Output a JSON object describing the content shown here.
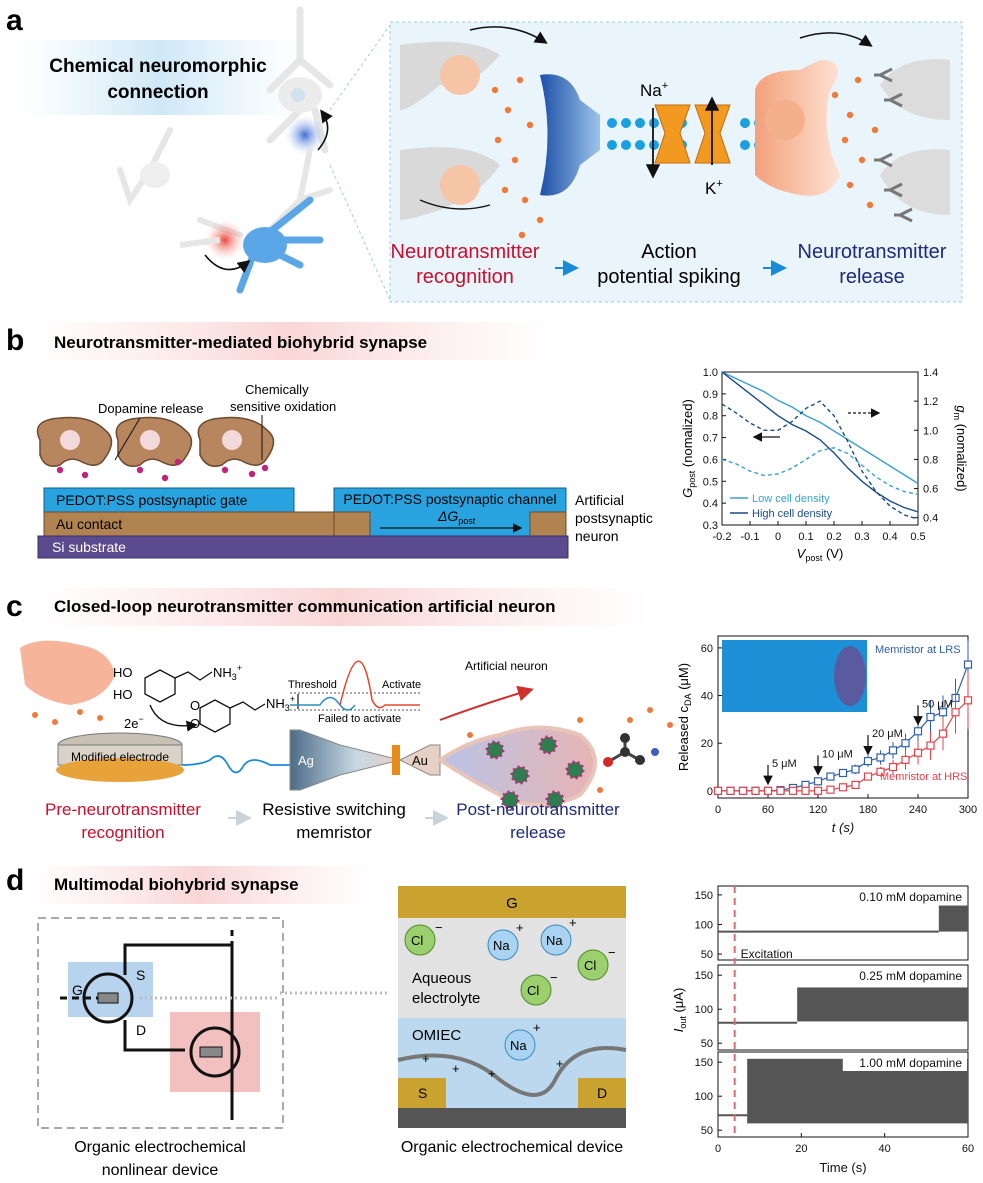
{
  "panel_a": {
    "label": "a",
    "title_line1": "Chemical neuromorphic",
    "title_line2": "connection",
    "na": "Na",
    "na_sup": "+",
    "k": "K",
    "k_sup": "+",
    "step1_line1": "Neurotransmitter",
    "step1_line2": "recognition",
    "step2_line1": "Action",
    "step2_line2": "potential spiking",
    "step3_line1": "Neurotransmitter",
    "step3_line2": "release",
    "colors": {
      "recognition": "#c8102e",
      "release": "#1f2a7a",
      "arrow": "#1b8ad6"
    }
  },
  "panel_b": {
    "label": "b",
    "title": "Neurotransmitter-mediated biohybrid synapse",
    "dopamine_release": "Dopamine release",
    "chem_line1": "Chemically",
    "chem_line2": "sensitive oxidation",
    "gate": "PEDOT:PSS postsynaptic gate",
    "channel": "PEDOT:PSS postsynaptic channel",
    "delta_g": "ΔG",
    "delta_g_sub": "post",
    "au_contact": "Au contact",
    "si_substrate": "Si substrate",
    "neuron_line1": "Artificial",
    "neuron_line2": "postsynaptic",
    "neuron_line3": "neuron"
  },
  "chart_b": {
    "chart_data": {
      "type": "line",
      "xlabel": "V",
      "xlabel_sub": "post",
      "xlabel_unit": "(V)",
      "ylabel": "G",
      "ylabel_sub": "post",
      "ylabel_unit": "(nomalized)",
      "y2label": "g",
      "y2label_sub": "m",
      "y2label_unit": "(nomalized)",
      "xlim": [
        -0.2,
        0.5
      ],
      "ylim": [
        0.3,
        1.0
      ],
      "y2lim": [
        0.35,
        1.4
      ],
      "xticks": [
        "-0.2",
        "-0.1",
        "0",
        "0.1",
        "0.2",
        "0.3",
        "0.4",
        "0.5"
      ],
      "yticks": [
        "0.3",
        "0.4",
        "0.5",
        "0.6",
        "0.7",
        "0.8",
        "0.9",
        "1.0"
      ],
      "y2ticks": [
        "0.4",
        "0.6",
        "0.8",
        "1.0",
        "1.2",
        "1.4"
      ],
      "legend": [
        "Low cell density",
        "High cell density"
      ],
      "colors": {
        "low": "#3aa0d0",
        "high": "#1a4c86"
      },
      "series": [
        {
          "name": "Low cell density",
          "axis": "left",
          "style": "solid",
          "x": [
            -0.2,
            -0.15,
            -0.1,
            -0.05,
            0,
            0.05,
            0.1,
            0.15,
            0.2,
            0.25,
            0.3,
            0.35,
            0.4,
            0.45,
            0.5
          ],
          "values": [
            1.0,
            0.97,
            0.94,
            0.91,
            0.87,
            0.84,
            0.8,
            0.77,
            0.73,
            0.69,
            0.65,
            0.61,
            0.57,
            0.53,
            0.49
          ]
        },
        {
          "name": "High cell density",
          "axis": "left",
          "style": "solid",
          "x": [
            -0.2,
            -0.15,
            -0.1,
            -0.05,
            0,
            0.05,
            0.1,
            0.15,
            0.2,
            0.25,
            0.3,
            0.35,
            0.4,
            0.45,
            0.5
          ],
          "values": [
            1.0,
            0.95,
            0.9,
            0.85,
            0.8,
            0.76,
            0.73,
            0.69,
            0.63,
            0.56,
            0.5,
            0.45,
            0.41,
            0.38,
            0.36
          ]
        },
        {
          "name": "Low cell density",
          "axis": "right",
          "style": "dashed",
          "x": [
            -0.2,
            -0.15,
            -0.1,
            -0.05,
            0,
            0.05,
            0.1,
            0.15,
            0.2,
            0.25,
            0.3,
            0.35,
            0.4,
            0.45,
            0.5
          ],
          "values": [
            0.8,
            0.77,
            0.72,
            0.69,
            0.7,
            0.74,
            0.8,
            0.86,
            0.88,
            0.84,
            0.76,
            0.68,
            0.62,
            0.58,
            0.56
          ]
        },
        {
          "name": "High cell density",
          "axis": "right",
          "style": "dashed",
          "x": [
            -0.2,
            -0.15,
            -0.1,
            -0.05,
            0,
            0.05,
            0.1,
            0.15,
            0.2,
            0.25,
            0.3,
            0.35,
            0.4,
            0.45,
            0.5
          ],
          "values": [
            1.18,
            1.12,
            1.05,
            1.0,
            1.0,
            1.06,
            1.15,
            1.2,
            1.1,
            0.92,
            0.72,
            0.58,
            0.48,
            0.42,
            0.39
          ]
        }
      ]
    }
  },
  "panel_c": {
    "label": "c",
    "title": "Closed-loop neurotransmitter communication artificial neuron",
    "ho1": "HO",
    "ho2": "HO",
    "nh3": "NH",
    "nh3_sub": "3",
    "nh3_sup": "+",
    "o1": "O",
    "o2": "O",
    "two_e": "2e",
    "two_e_sup": "−",
    "modified_electrode": "Modified electrode",
    "threshold": "Threshold",
    "activate": "Activate",
    "failed": "Failed to activate",
    "artificial_neuron": "Artificial neuron",
    "ag": "Ag",
    "au": "Au",
    "step1_line1": "Pre-neurotransmitter",
    "step1_line2": "recognition",
    "step2_line1": "Resistive switching",
    "step2_line2": "memristor",
    "step3_line1": "Post-neurotransmitter",
    "step3_line2": "release"
  },
  "chart_c": {
    "chart_data": {
      "type": "scatter",
      "xlabel": "t (s)",
      "ylabel": "Released c",
      "ylabel_sub": "DA",
      "ylabel_unit": "(μM)",
      "xlim": [
        0,
        300
      ],
      "ylim": [
        -3,
        65
      ],
      "xticks": [
        "0",
        "60",
        "120",
        "180",
        "240",
        "300"
      ],
      "yticks": [
        "0",
        "20",
        "40",
        "60"
      ],
      "annotations": [
        "5 μM",
        "10 μM",
        "20 μM",
        "50 μM"
      ],
      "legend_lrs": "Memristor at LRS",
      "legend_hrs": "Memristor at HRS",
      "colors": {
        "lrs": "#2f5fa8",
        "hrs": "#e0454e"
      },
      "series": [
        {
          "name": "Memristor at LRS",
          "x": [
            0,
            15,
            30,
            45,
            60,
            75,
            90,
            105,
            120,
            135,
            150,
            165,
            180,
            195,
            210,
            225,
            240,
            255,
            270,
            285,
            300
          ],
          "values": [
            0,
            0,
            0,
            0,
            0,
            0.3,
            1.2,
            2.5,
            4,
            6,
            7.5,
            9,
            12.5,
            14,
            17,
            20,
            25,
            31,
            33,
            39,
            53
          ],
          "errors": [
            0,
            0,
            0,
            0,
            0,
            0.3,
            0.5,
            0.8,
            1,
            1.2,
            1.5,
            2,
            2.5,
            3,
            3.5,
            4,
            5,
            7,
            7,
            8,
            10
          ]
        },
        {
          "name": "Memristor at HRS",
          "x": [
            0,
            15,
            30,
            45,
            60,
            75,
            90,
            105,
            120,
            135,
            150,
            165,
            180,
            195,
            210,
            225,
            240,
            255,
            270,
            285,
            300
          ],
          "values": [
            0,
            0,
            0,
            0,
            0,
            0,
            0,
            0,
            0,
            0.5,
            1.5,
            2.5,
            6,
            8,
            10,
            13,
            16,
            19,
            24,
            33,
            38
          ],
          "errors": [
            0,
            0,
            0,
            0,
            0,
            0,
            0,
            0,
            0,
            0.3,
            0.5,
            0.8,
            1.5,
            2,
            3,
            4,
            5,
            6,
            7,
            9,
            12
          ]
        }
      ]
    }
  },
  "panel_d": {
    "label": "d",
    "title": "Multimodal biohybrid synapse",
    "g": "G",
    "s": "S",
    "d": "D",
    "caption1_line1": "Organic electrochemical",
    "caption1_line2": "nonlinear device",
    "gate": "G",
    "cl": "Cl",
    "na": "Na",
    "minus": "−",
    "plus": "+",
    "aqueous_line1": "Aqueous",
    "aqueous_line2": "electrolyte",
    "omiec": "OMIEC",
    "src": "S",
    "drn": "D",
    "caption2": "Organic electrochemical device"
  },
  "chart_d": {
    "chart_data": {
      "type": "line",
      "xlabel": "Time (s)",
      "ylabel": "I",
      "ylabel_sub": "out",
      "ylabel_unit": "(μA)",
      "xlim": [
        0,
        60
      ],
      "xticks": [
        "0",
        "20",
        "40",
        "60"
      ],
      "yticks": [
        "50",
        "100",
        "150"
      ],
      "excitation_label": "Excitation",
      "excitation_time": 4,
      "colors": {
        "trace": "#555555",
        "excitation": "#e06a6a"
      },
      "series": [
        {
          "name": "0.10 mM dopamine",
          "baseline": 88,
          "spike_onset": 53,
          "spike_low": 88,
          "spike_high": 132
        },
        {
          "name": "0.25 mM dopamine",
          "baseline": 80,
          "spike_onset": 19,
          "spike_low": 82,
          "spike_high": 132
        },
        {
          "name": "1.00 mM dopamine",
          "baseline": 72,
          "spike_onset": 7,
          "spike_low": 60,
          "spike_high": 155
        }
      ]
    }
  }
}
